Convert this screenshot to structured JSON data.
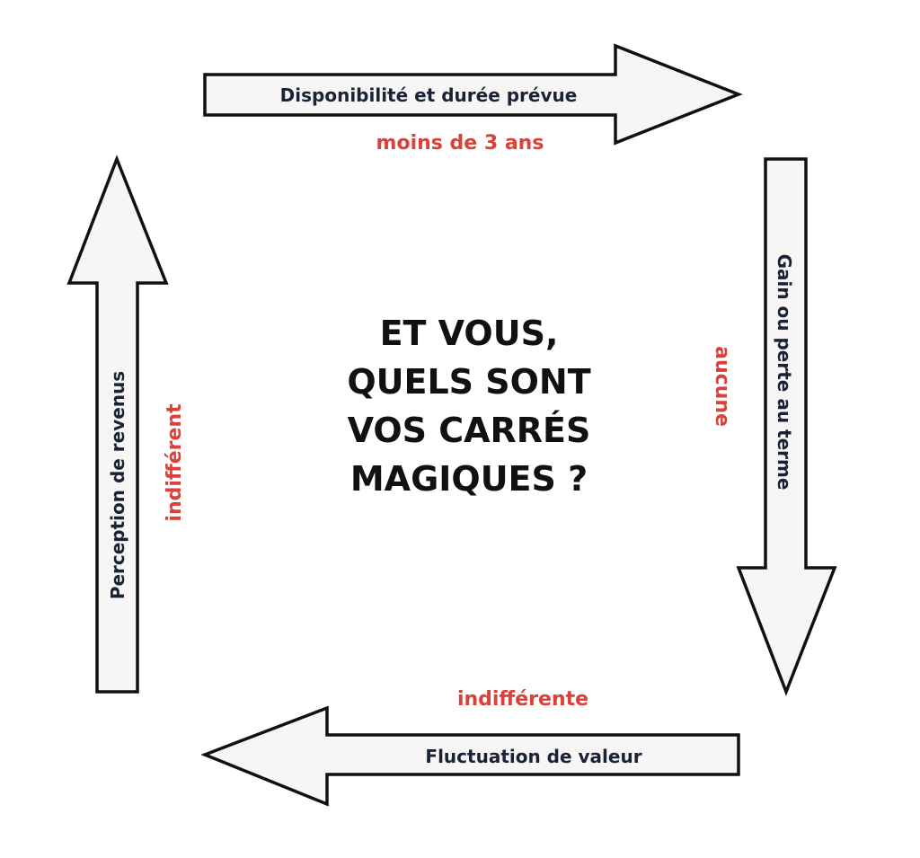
{
  "center": {
    "lines": [
      "ET VOUS,",
      "QUELS SONT",
      "VOS CARRÉS",
      "MAGIQUES ?"
    ]
  },
  "arrows": {
    "top": {
      "label": "Disponibilité et durée prévue",
      "value": "moins de 3 ans"
    },
    "right": {
      "label": "Gain ou perte au terme",
      "value": "aucune"
    },
    "bottom": {
      "label": "Fluctuation de valeur",
      "value": "indifférente"
    },
    "left": {
      "label": "Perception de revenus",
      "value": "indifférent"
    }
  },
  "colors": {
    "label": "#1a2236",
    "value": "#d9413a",
    "arrow_fill": "#f7f6f5"
  }
}
